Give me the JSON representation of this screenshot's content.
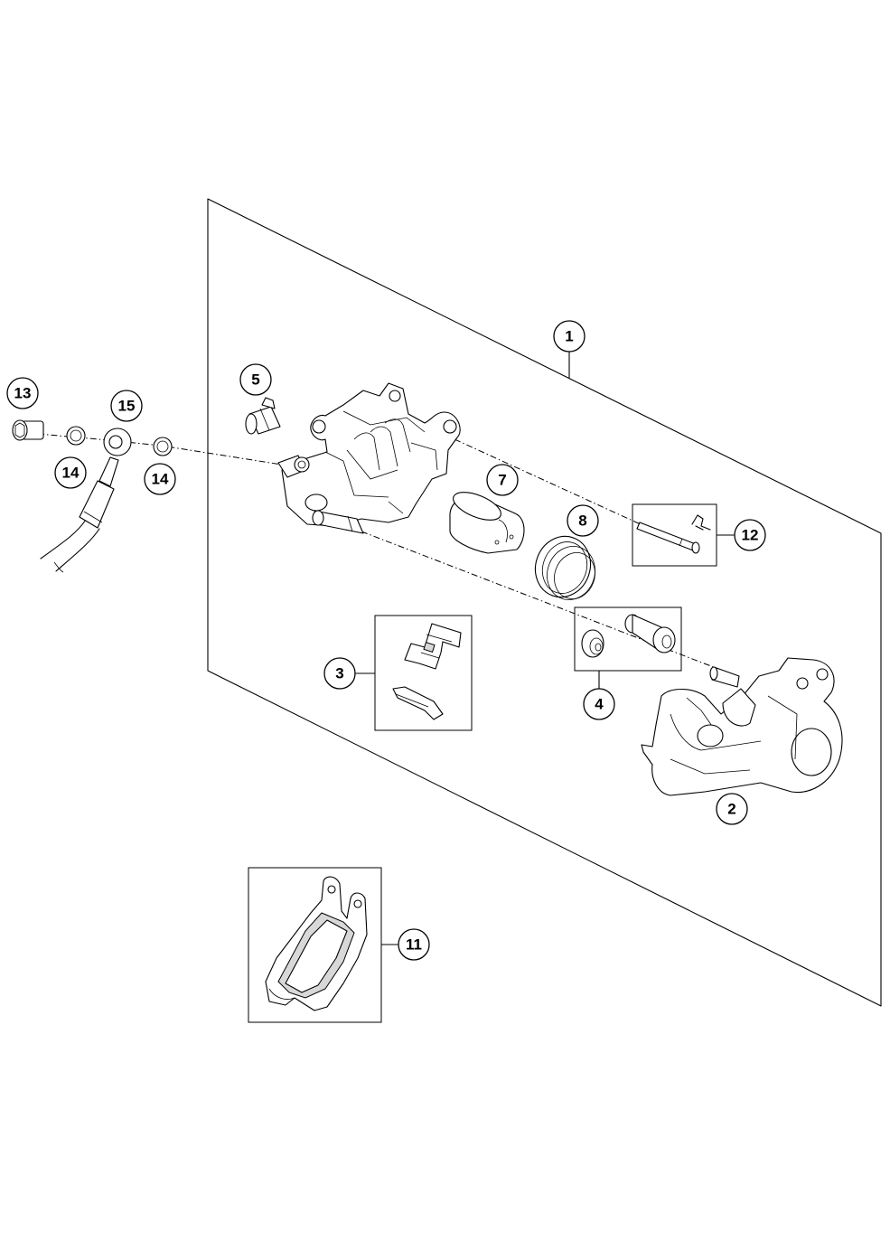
{
  "callouts": [
    {
      "id": "c1",
      "label": "1"
    },
    {
      "id": "c2",
      "label": "2"
    },
    {
      "id": "c3",
      "label": "3"
    },
    {
      "id": "c4",
      "label": "4"
    },
    {
      "id": "c5",
      "label": "5"
    },
    {
      "id": "c7",
      "label": "7"
    },
    {
      "id": "c8",
      "label": "8"
    },
    {
      "id": "c11",
      "label": "11"
    },
    {
      "id": "c12",
      "label": "12"
    },
    {
      "id": "c13",
      "label": "13"
    },
    {
      "id": "c14a",
      "label": "14"
    },
    {
      "id": "c14b",
      "label": "14"
    },
    {
      "id": "c15",
      "label": "15"
    }
  ]
}
